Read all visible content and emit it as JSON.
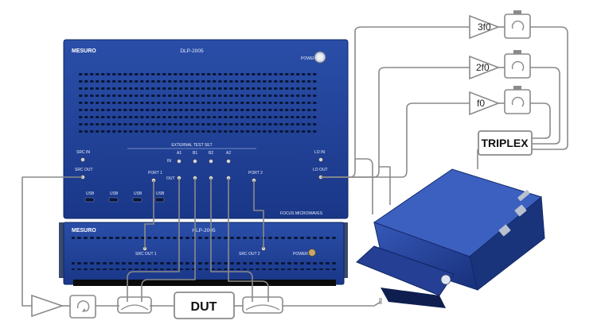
{
  "upper_unit": {
    "brand": "MESURO",
    "model": "DLP-2005",
    "power": "POWER",
    "test_set": "EXTERNAL TEST SET",
    "src_in": "SRC IN",
    "src_out": "SRC OUT",
    "port1": "PORT 1",
    "port2": "PORT 2",
    "a1": "A1",
    "b1": "B1",
    "b2": "B2",
    "a2": "A2",
    "in": "IN",
    "out": "OUT",
    "lo_in": "LO IN",
    "lo_out": "LO OUT",
    "usb": [
      "USB",
      "USB",
      "USB",
      "USB"
    ],
    "focus": "FOCUS MICROWAVES"
  },
  "lower_unit": {
    "brand": "MESURO",
    "model": "HLP-2005",
    "src_out1": "SRC OUT 1",
    "src_out2": "SRC OUT 2",
    "power": "POWER"
  },
  "blocks": {
    "dut": "DUT",
    "triplex": "TRIPLEX",
    "amp_3f0": "3f0",
    "amp_2f0": "2f0",
    "amp_f0": "f0"
  },
  "colors": {
    "panel": "#1f3f95",
    "panel_dark": "#122a6e",
    "cable": "#8a8a8a"
  }
}
